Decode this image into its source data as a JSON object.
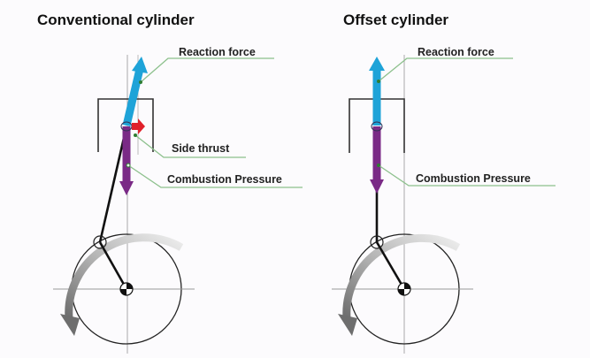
{
  "diagrams": [
    {
      "title": "Conventional cylinder",
      "labels": {
        "reaction_force": "Reaction force",
        "side_thrust": "Side thrust",
        "combustion_pressure": "Combustion Pressure"
      }
    },
    {
      "title": "Offset cylinder",
      "labels": {
        "reaction_force": "Reaction force",
        "combustion_pressure": "Combustion Pressure"
      }
    }
  ],
  "colors": {
    "reaction_force": "#1ea3d8",
    "combustion_pressure": "#7a2a86",
    "side_thrust": "#e0202a",
    "leader_line": "#8cc08c",
    "rotation_arrow": "#777777"
  }
}
